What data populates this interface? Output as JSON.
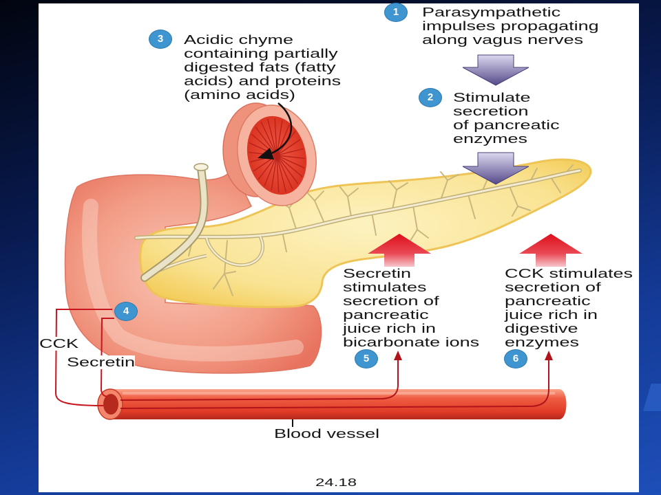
{
  "steps": [
    {
      "number": "1",
      "text": "Parasympathetic\nimpulses propagating\nalong vagus nerves"
    },
    {
      "number": "2",
      "text": "Stimulate\nsecretion\nof pancreatic\nenzymes"
    },
    {
      "number": "3",
      "text": "Acidic chyme\ncontaining partially\ndigested fats (fatty\nacids) and proteins\n(amino acids)"
    },
    {
      "number": "4"
    },
    {
      "number": "5",
      "text": "Secretin\nstimulates\nsecretion of\npancreatic\njuice rich in\nbicarbonate ions"
    },
    {
      "number": "6",
      "text": "CCK stimulates\nsecretion of\npancreatic\njuice rich in\ndigestive\nenzymes"
    }
  ],
  "hormone_labels": {
    "cck": "CCK",
    "secretin": "Secretin"
  },
  "structure_labels": {
    "blood_vessel": "Blood vessel"
  },
  "figure_number": "24.18",
  "colors": {
    "badge": "#3f95cf",
    "stimulus_arrow": "#55498a",
    "hormone_arrow": "#dd0f1b",
    "hormone_line": "#c8161e",
    "pancreas": "#f9e393",
    "duodenum": "#f29c86",
    "blood_vessel": "#e03b27"
  }
}
